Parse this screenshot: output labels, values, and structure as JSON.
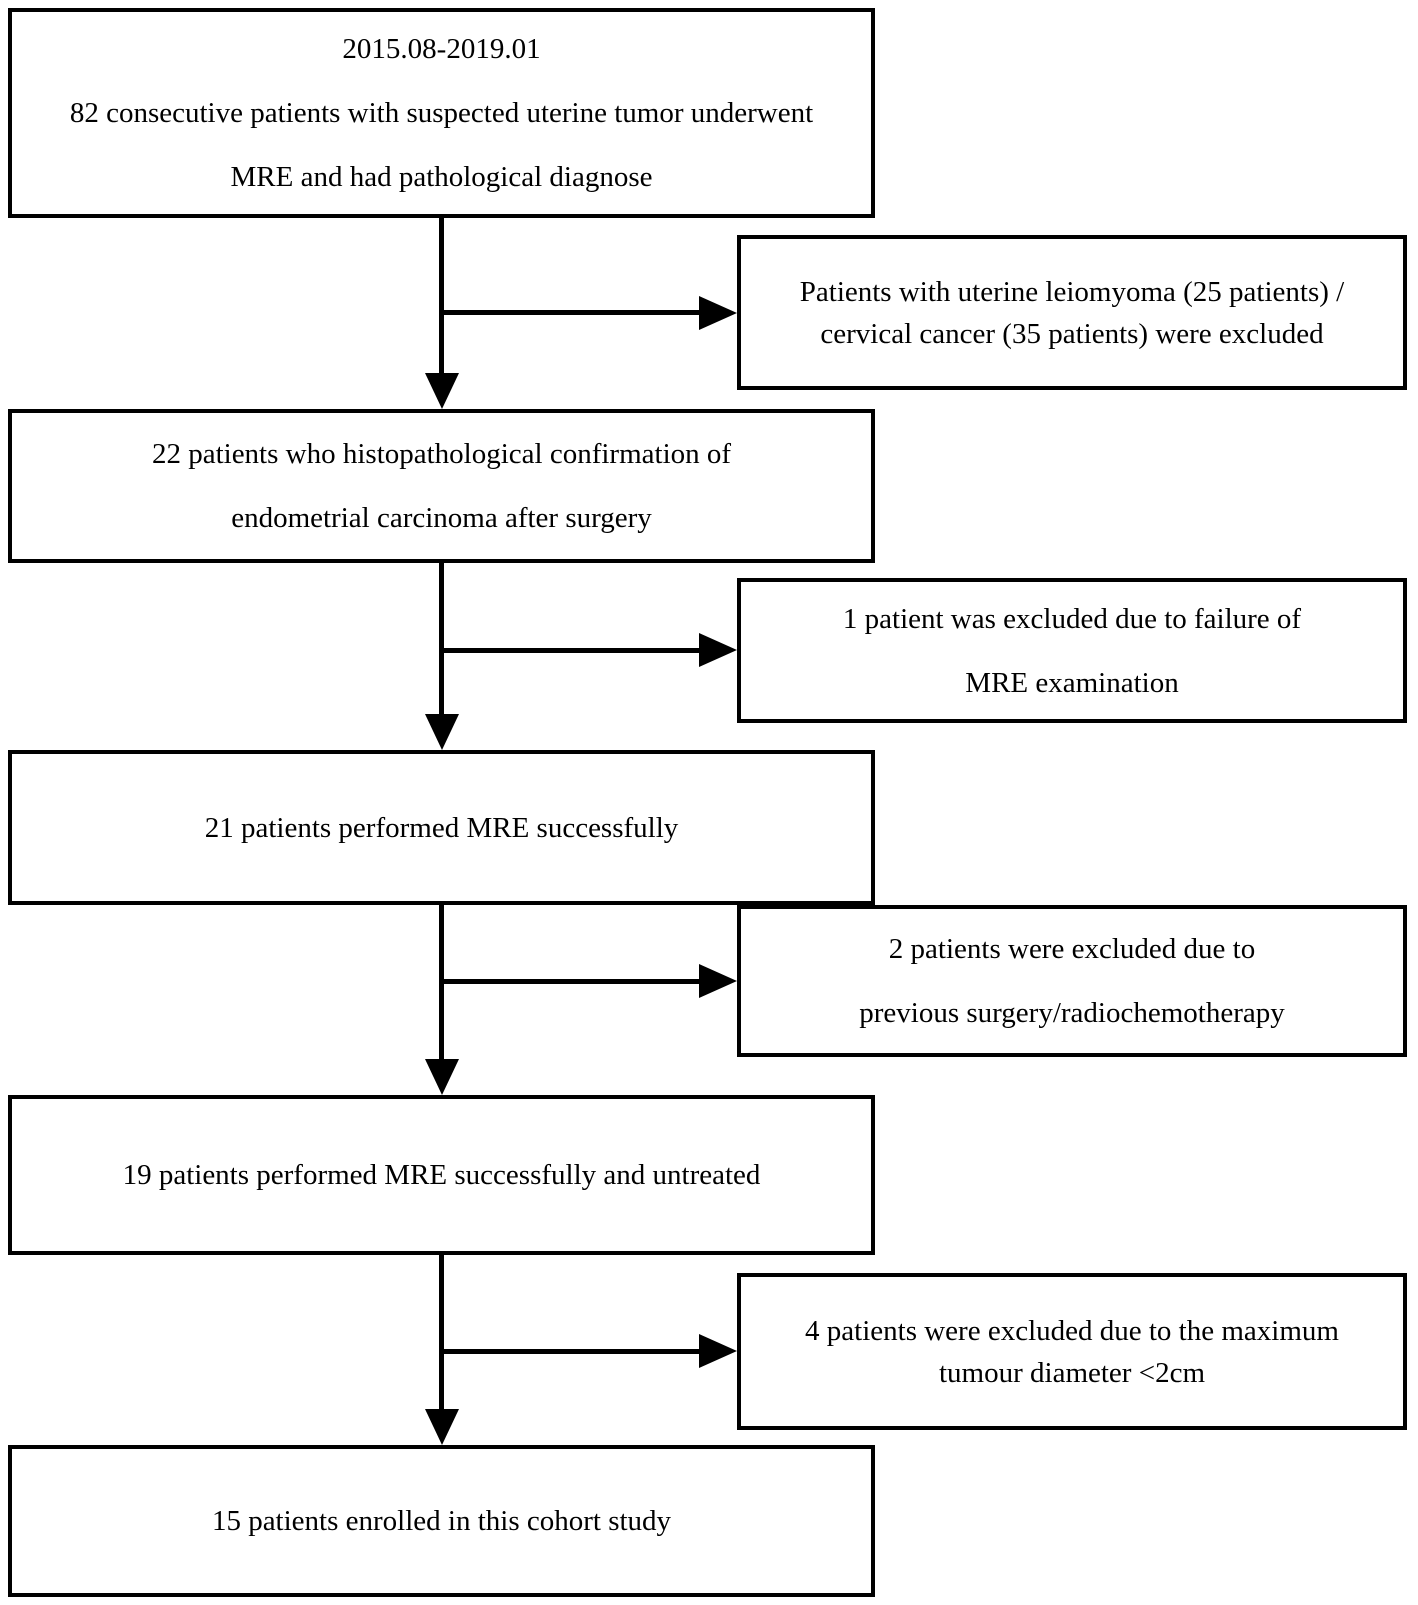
{
  "colors": {
    "box_border": "#000000",
    "arrow": "#000000",
    "text": "#000000",
    "background": "#ffffff"
  },
  "flow": {
    "main_boxes": [
      {
        "lines": [
          "2015.08-2019.01",
          "82 consecutive patients with suspected uterine tumor underwent",
          "MRE and had pathological diagnose"
        ]
      },
      {
        "lines": [
          "22 patients who histopathological confirmation of",
          "endometrial carcinoma after surgery"
        ]
      },
      {
        "lines": [
          "21 patients performed MRE successfully"
        ]
      },
      {
        "lines": [
          "19 patients performed MRE successfully and untreated"
        ]
      },
      {
        "lines": [
          "15 patients enrolled in this cohort study"
        ]
      }
    ],
    "exclusion_boxes": [
      {
        "lines": [
          "Patients with uterine leiomyoma (25 patients) /",
          "cervical cancer (35 patients) were excluded"
        ]
      },
      {
        "lines": [
          "1 patient was excluded due to failure of",
          "MRE examination"
        ]
      },
      {
        "lines": [
          "2 patients were excluded due to",
          "previous surgery/radiochemotherapy"
        ]
      },
      {
        "lines": [
          "4 patients were excluded due to the maximum",
          "tumour diameter <2cm"
        ]
      }
    ]
  }
}
